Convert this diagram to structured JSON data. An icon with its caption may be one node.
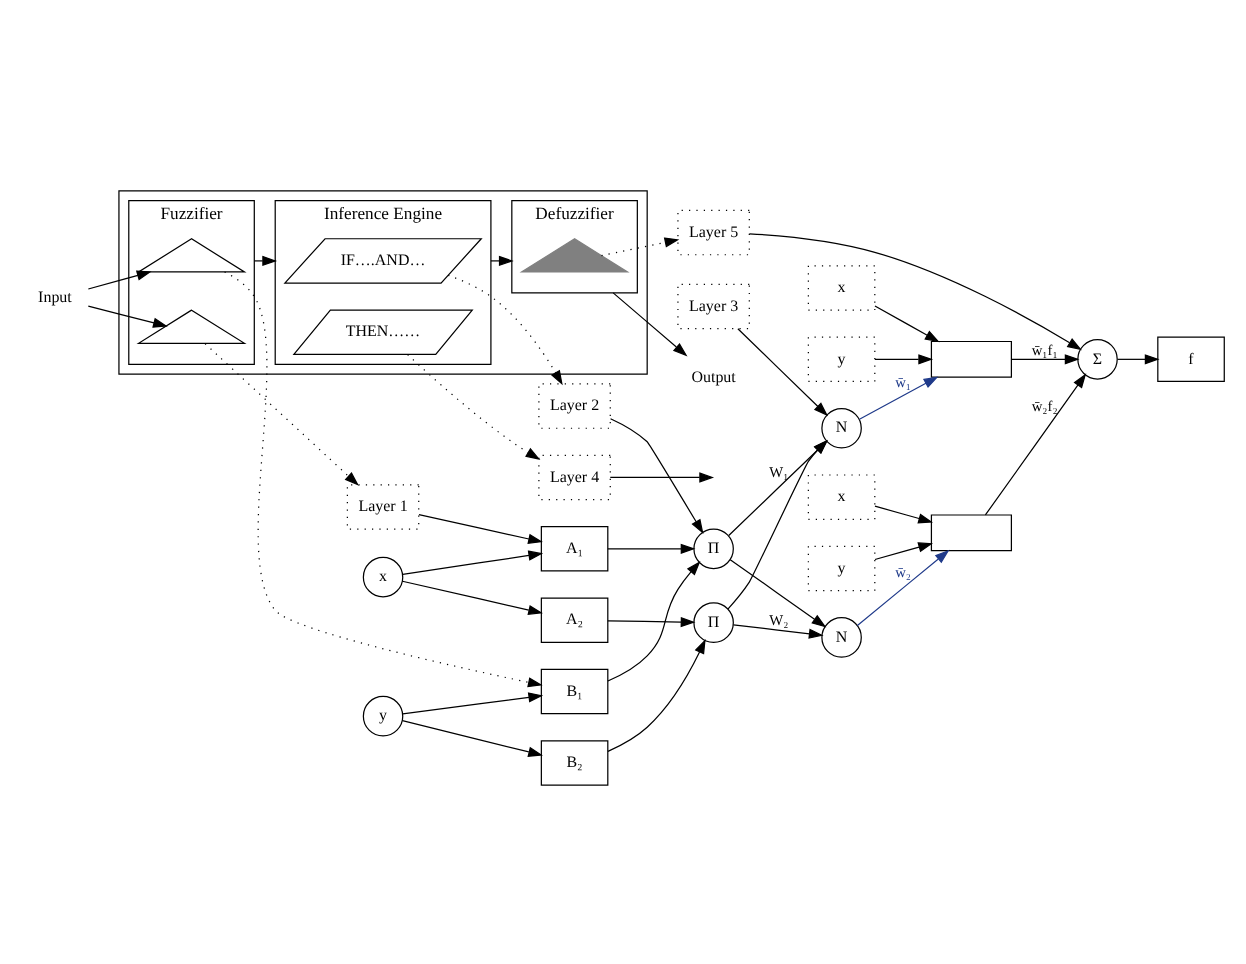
{
  "diagram": {
    "nodes": [
      {
        "text": [],
        "shape": "box"
      },
      {
        "text": [
          "Fuzzifier"
        ],
        "in": 0
      },
      {
        "text": [],
        "shape": "picture",
        "in": 1
      },
      {
        "text": [],
        "shape": "picture",
        "in": 1
      },
      {
        "text": [
          "Inference Engine"
        ],
        "in": 0
      },
      {
        "text": [
          "IF….AND…"
        ],
        "in": 4
      },
      {
        "text": [
          "THEN……"
        ],
        "in": 4
      },
      {
        "text": [
          "Defuzzifier"
        ],
        "in": 0
      },
      {
        "text": [],
        "shape": "picture",
        "in": 7
      },
      {
        "text": [
          "Layer 1"
        ]
      },
      {
        "text": [
          "Layer 2"
        ]
      },
      {
        "text": [
          "Layer 3"
        ]
      },
      {
        "text": [
          "Layer 4"
        ]
      },
      {
        "text": [
          "Layer 5"
        ]
      },
      {
        "text": [
          "x"
        ]
      },
      {
        "text": [
          "y"
        ]
      },
      {
        "text": [
          "A₁"
        ]
      },
      {
        "text": [
          "A₂"
        ]
      },
      {
        "text": [
          "B₁"
        ]
      },
      {
        "text": [
          "B₂"
        ]
      },
      {
        "text": [
          "Π"
        ]
      },
      {
        "text": [
          "Π"
        ]
      },
      {
        "text": [
          "N"
        ]
      },
      {
        "text": [
          "N"
        ]
      },
      {
        "text": [
          "x"
        ]
      },
      {
        "text": [
          "y"
        ]
      },
      {
        "text": [],
        "shape": "box"
      },
      {
        "text": [],
        "shape": "box"
      },
      {
        "text": [
          "x"
        ]
      },
      {
        "text": [
          "y"
        ]
      },
      {
        "text": [
          "Σ"
        ]
      },
      {
        "text": [
          "f"
        ]
      },
      {
        "text": [
          "Input"
        ]
      },
      {
        "text": [
          "Output"
        ]
      }
    ],
    "edges": [
      {
        "from": 32,
        "to": 2,
        "arrow": "to"
      },
      {
        "from": 32,
        "to": 3,
        "arrow": "to"
      },
      {
        "from": 1,
        "to": 4,
        "arrow": "to"
      },
      {
        "from": 4,
        "to": 7,
        "arrow": "to"
      },
      {
        "from": 7,
        "to": 33,
        "arrow": "to"
      },
      {
        "from": 2,
        "to": 18,
        "arrow": "to",
        "style": "dashed"
      },
      {
        "from": 3,
        "to": 9,
        "arrow": "to",
        "style": "dashed"
      },
      {
        "from": 5,
        "to": 10,
        "arrow": "to",
        "style": "dashed"
      },
      {
        "from": 6,
        "to": 12,
        "arrow": "to",
        "style": "dashed"
      },
      {
        "from": 8,
        "to": 13,
        "arrow": "to",
        "style": "dashed"
      },
      {
        "from": 9,
        "to": 16,
        "arrow": "to"
      },
      {
        "from": 14,
        "to": 16,
        "arrow": "to"
      },
      {
        "from": 14,
        "to": 17,
        "arrow": "to"
      },
      {
        "from": 15,
        "to": 18,
        "arrow": "to"
      },
      {
        "from": 15,
        "to": 19,
        "arrow": "to"
      },
      {
        "from": 10,
        "to": 20,
        "arrow": "to"
      },
      {
        "from": 16,
        "to": 20,
        "arrow": "to"
      },
      {
        "from": 17,
        "to": 21,
        "arrow": "to"
      },
      {
        "from": 18,
        "to": 20,
        "arrow": "to"
      },
      {
        "from": 19,
        "to": 21,
        "arrow": "to"
      },
      {
        "from": 11,
        "to": 22,
        "arrow": "to"
      },
      {
        "from": 20,
        "to": 22,
        "arrow": "to",
        "label": "W₁"
      },
      {
        "from": 20,
        "to": 23,
        "arrow": "to"
      },
      {
        "from": 21,
        "to": 22,
        "arrow": "to"
      },
      {
        "from": 21,
        "to": 23,
        "arrow": "to",
        "label": "W₂"
      },
      {
        "from": 12,
        "to": null,
        "arrow": "to"
      },
      {
        "from": 24,
        "to": 26,
        "arrow": "to"
      },
      {
        "from": 25,
        "to": 26,
        "arrow": "to"
      },
      {
        "from": 22,
        "to": 26,
        "arrow": "to",
        "label": "w̄₁",
        "color": "#1f3a8a"
      },
      {
        "from": 23,
        "to": 27,
        "arrow": "to",
        "label": "w̄₂",
        "color": "#1f3a8a"
      },
      {
        "from": 28,
        "to": 27,
        "arrow": "to"
      },
      {
        "from": 29,
        "to": 27,
        "arrow": "to"
      },
      {
        "from": 26,
        "to": 30,
        "arrow": "to",
        "label": "w̄₁f₁"
      },
      {
        "from": 27,
        "to": 30,
        "arrow": "to",
        "label": "w̄₂f₂"
      },
      {
        "from": 13,
        "to": 30,
        "arrow": "to"
      },
      {
        "from": 30,
        "to": 31,
        "arrow": "to"
      }
    ]
  }
}
